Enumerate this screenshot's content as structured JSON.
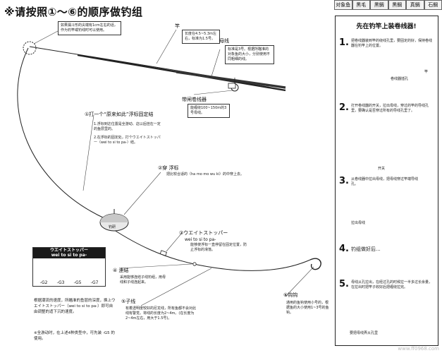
{
  "title": "※请按照①～⑥的顺序做钓组",
  "tabs": [
    "对象鱼",
    "黑毛",
    "黑鲷",
    "黑鲷",
    "真鲷",
    "石鲷"
  ],
  "tip_note": "如果漏斗形的尖端有1cm左右的话，作为钓竿或钓线时可以使用。",
  "rod": {
    "label": "竿",
    "desc": "长度在4.5~5.3m左右，标准为1.5号。"
  },
  "main_line": {
    "label": "母线",
    "desc": "标准是3号。根据所瞄准的对象鱼的大小，分别使用不同粗细的线。"
  },
  "reel": {
    "label": "带闸卷线器",
    "desc": "能缠绕100~150m的3号母线。"
  },
  "step1": {
    "label": "①打一个“原来如此”浮标固定结",
    "desc1": "1.浮标到达位置是全游动、这以后挂在一定的鱼层里的。",
    "desc2": "2.在浮标的固定处，打个ウエイトストッパー（wei to si to pa-）结。"
  },
  "step2": {
    "label": "②穿 浮标",
    "desc": "把比较合适的（ha mo mo wu ki）的中穿上去。"
  },
  "float_text": "钓研",
  "step3": {
    "label": "③ウエイトストッパー",
    "romaji": "wei to si to pa-",
    "desc": "能够使浮标一直停留在固定位置，防止浮标的滑落。"
  },
  "step4": {
    "label": "④ 連結",
    "desc": "采用能够连结子线钓组，用母线和子线连起来。"
  },
  "step5": {
    "label": "⑤子线",
    "desc": "有着透明度较好的尼龙线，所有鱼都不会对此线有警觉。将线的长度为2~4m。(在长度为2~4m左右，用大于1.5号)。"
  },
  "step6": {
    "label": "⑥钩钩",
    "desc": "通用的鱼钩使用小号的，根据鱼的大小使用1~3号的鱼钩。"
  },
  "legend": {
    "title": "ウエイトストッパー",
    "romaji": "wei to si to pa-",
    "sizes": [
      "-G2",
      "-G3",
      "-G5",
      "-G7"
    ]
  },
  "bottom_note": {
    "line1": "根据潮流的速度，所瞄准的鱼层的深度，换上ウエイトストッパー（wei to si to pa-）即可自由调整的适下沉的速度。",
    "line2": "※全游动时，在上述4种类型中，可先装 -G5 的使用。"
  },
  "panel": {
    "title": "先在钓竿上装卷线器!",
    "steps": [
      {
        "num": "1.",
        "text": "把卷线器装到竿的绕线孔里，要固定的好，保持卷线器在钓竿上的位置。",
        "label": "卷线器插孔"
      },
      {
        "num": "2.",
        "text": "打开卷线器的开关，拉出母线，穿过的竿的导线孔里，要确认是否穿过所有的导线孔里了。",
        "label": "开关"
      },
      {
        "num": "3.",
        "text": "从卷线器中拉出母线，把母线穿过竿端导线孔。",
        "label": "拉出母线"
      },
      {
        "num": "4.",
        "text": "钓组做好后...",
        "label": ""
      },
      {
        "num": "5.",
        "text": "母线从孔拉出，在经过孔的时候拉一半多过长余量，在拉出时把竿子收好后把缠绕拉完。",
        "label": "要把母线弄从孔里"
      }
    ],
    "reel_label": "竿"
  },
  "watermark": "www.ff0968.com"
}
